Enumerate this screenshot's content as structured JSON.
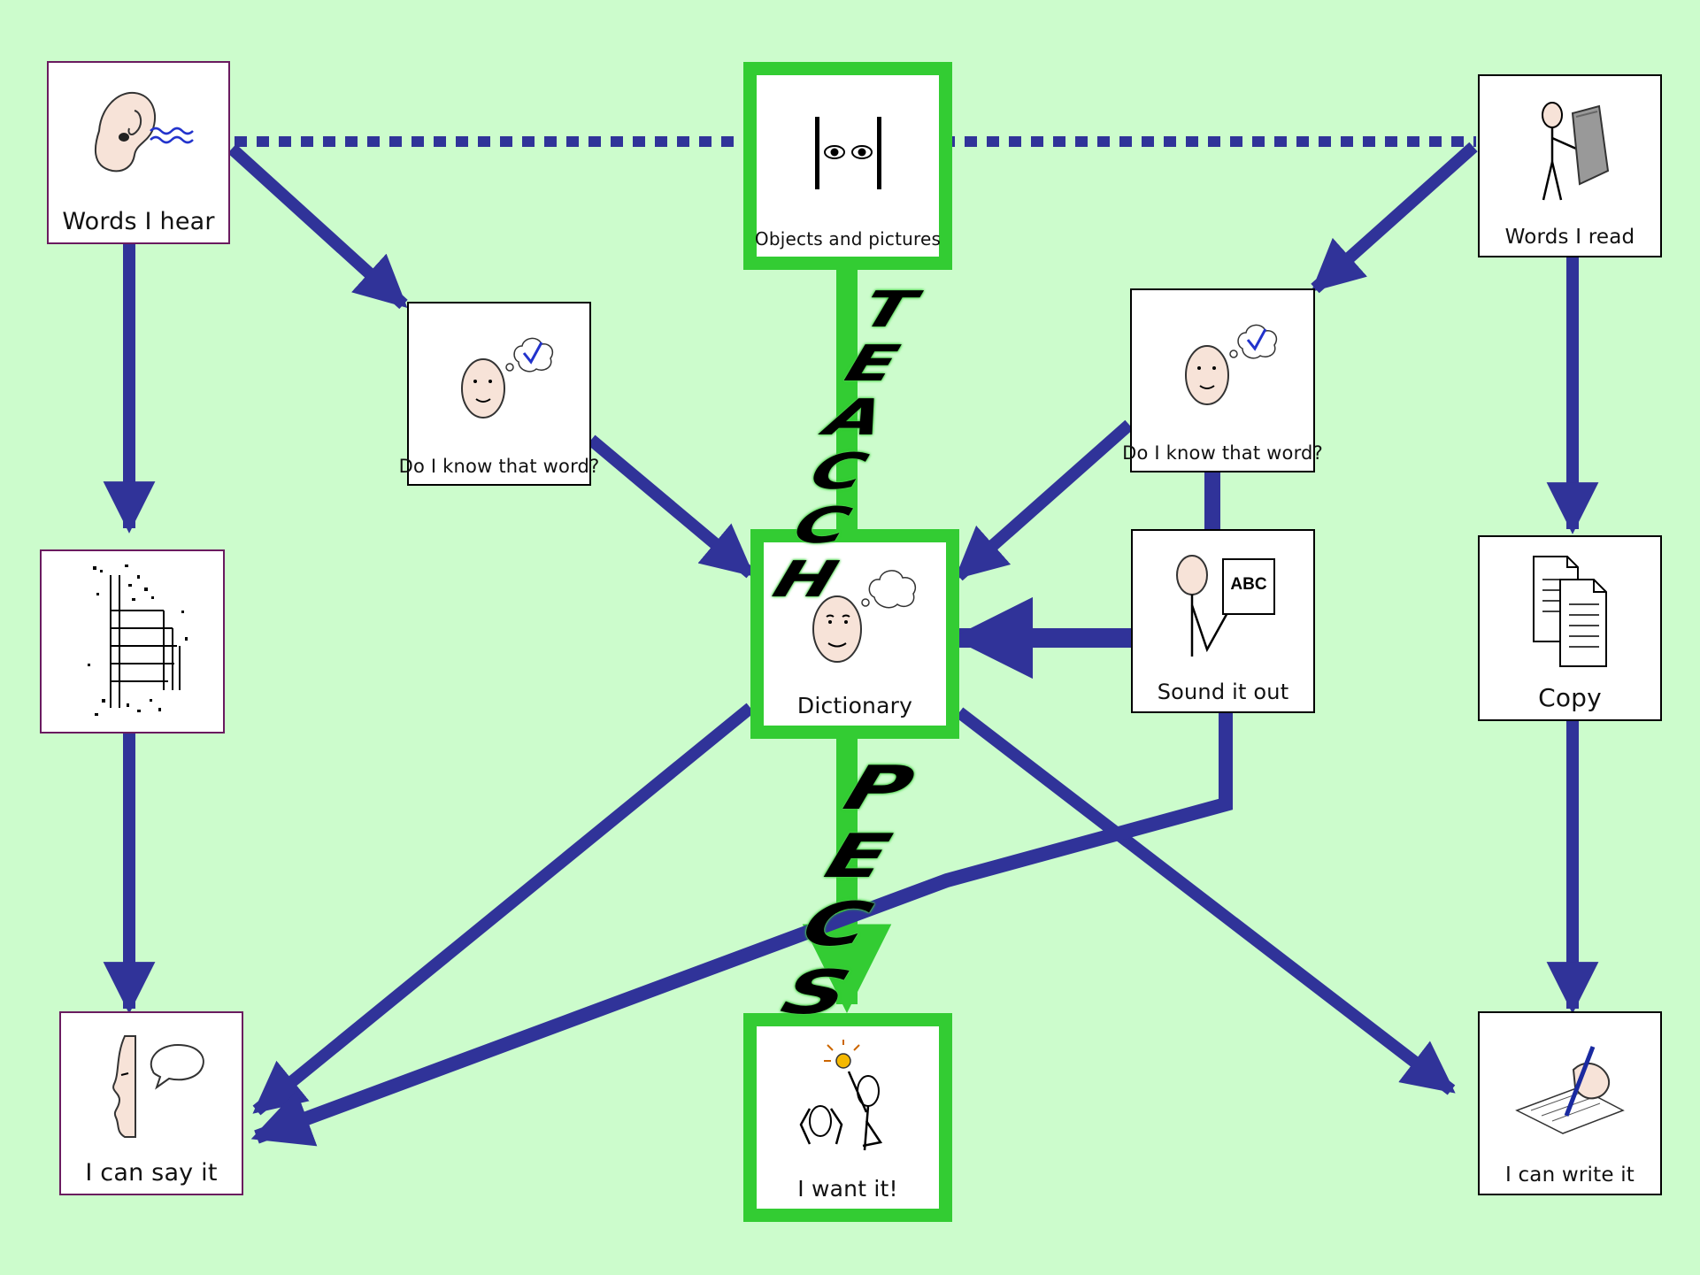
{
  "colors": {
    "background": "#ccfccc",
    "arrow": "#303399",
    "highlight_border": "#33cc33",
    "card_border": "#000000",
    "card_border_purple": "#6a1b5f"
  },
  "cards": {
    "words_i_hear": {
      "label": "Words I hear",
      "icon": "ear-hearing-icon"
    },
    "objects_and_pictures": {
      "label": "Objects and pictures",
      "icon": "eyes-looking-icon"
    },
    "words_i_read": {
      "label": "Words I read",
      "icon": "person-reading-icon"
    },
    "do_i_know_left": {
      "label": "Do I know that word?",
      "icon": "thinking-face-check-icon"
    },
    "do_i_know_right": {
      "label": "Do I know that word?",
      "icon": "thinking-face-check-icon"
    },
    "sign_picture": {
      "label": "",
      "icon": "sign-language-icon"
    },
    "dictionary": {
      "label": "Dictionary",
      "icon": "thinking-face-icon"
    },
    "sound_it_out": {
      "label": "Sound it out",
      "icon": "person-abc-icon"
    },
    "copy": {
      "label": "Copy",
      "icon": "documents-copy-icon"
    },
    "i_can_say_it": {
      "label": "I can say it",
      "icon": "speaking-face-icon"
    },
    "i_want_it": {
      "label": "I want it!",
      "icon": "giving-object-icon"
    },
    "i_can_write_it": {
      "label": "I can write it",
      "icon": "hand-writing-icon"
    }
  },
  "vertical_words": {
    "teacch": "TEACCH",
    "pecs": "PECS"
  }
}
